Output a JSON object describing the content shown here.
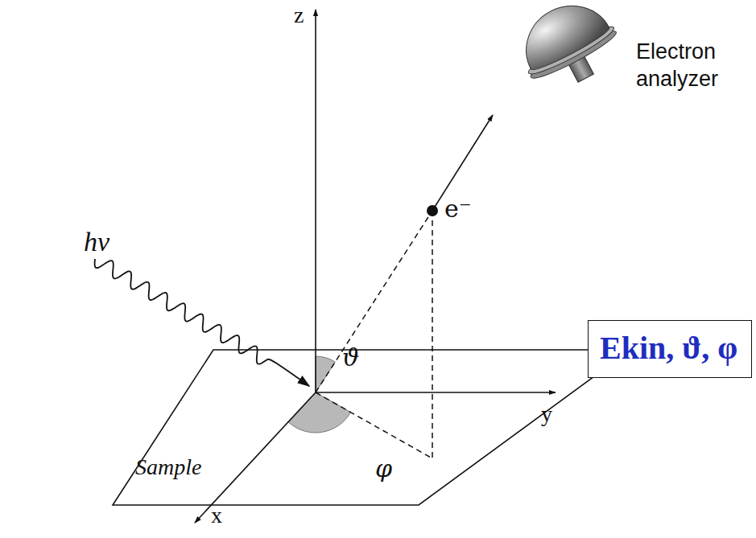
{
  "diagram": {
    "nodes": [
      {
        "text": [
          "Ekin, ϑ, φ"
        ]
      }
    ],
    "labels": [
      "z",
      "hν",
      "Electron analyzer",
      "e⁻",
      "ϑ",
      "y",
      "φ",
      "x",
      "Sample"
    ]
  }
}
